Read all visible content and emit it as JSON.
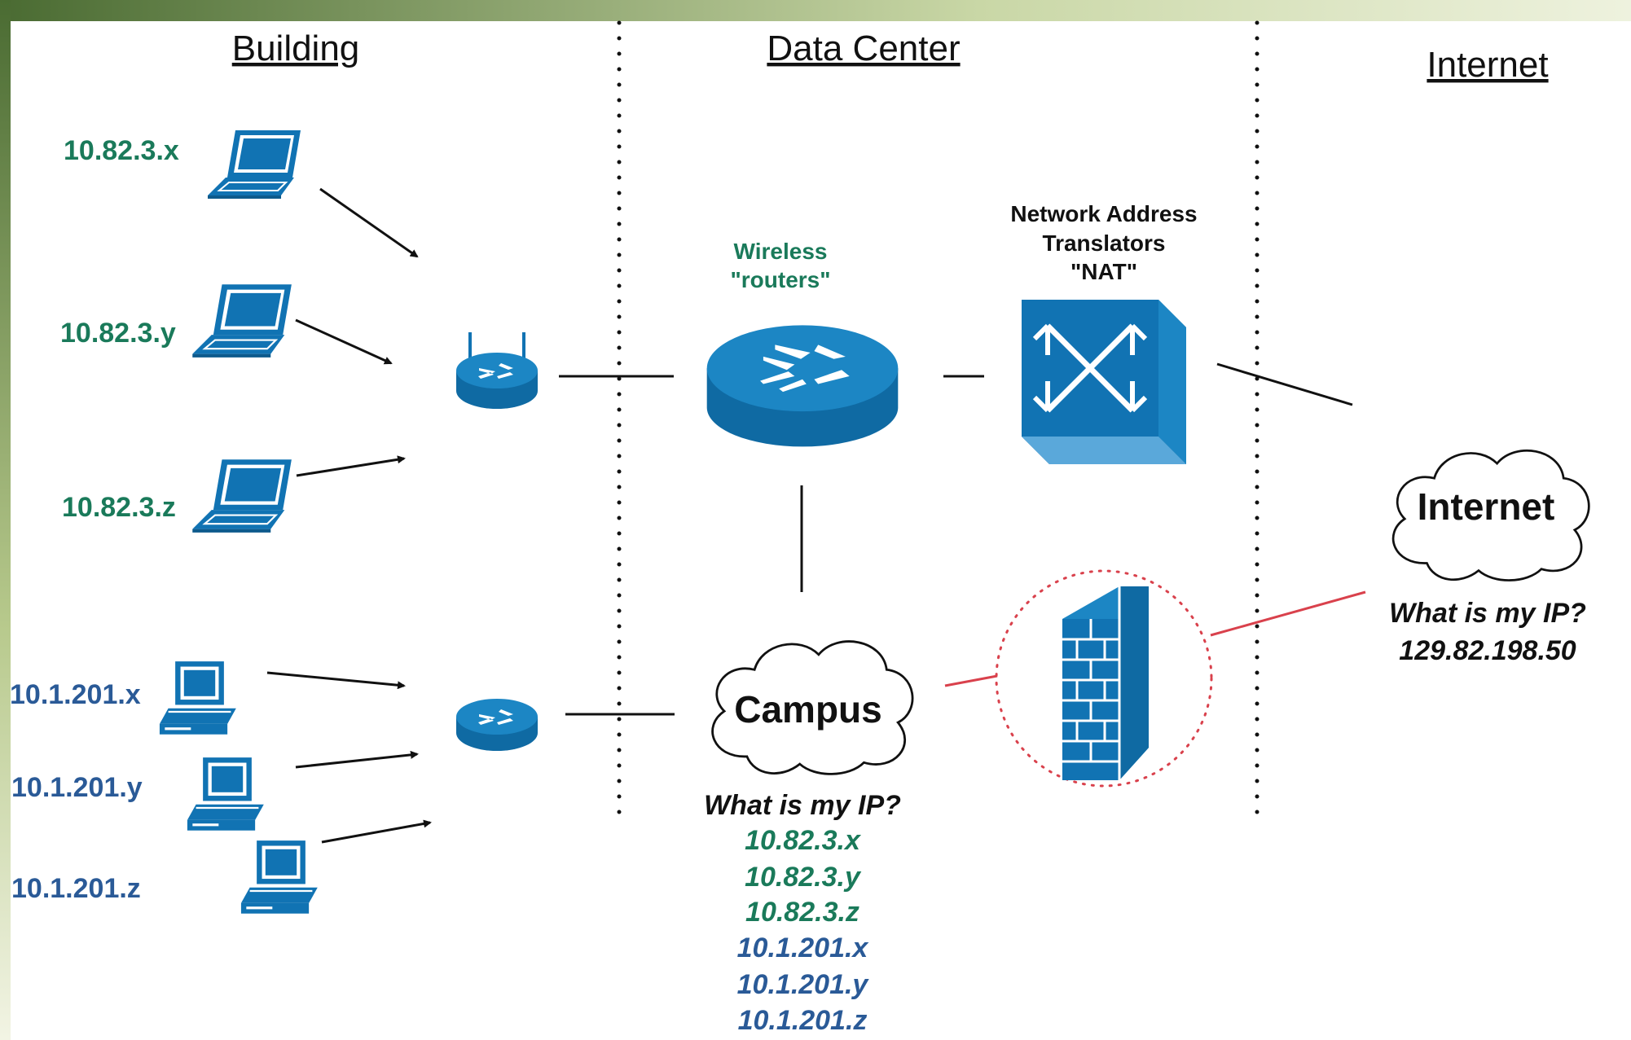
{
  "zones": {
    "building": "Building",
    "data_center": "Data Center",
    "internet": "Internet"
  },
  "wireless_clients": [
    "10.82.3.x",
    "10.82.3.y",
    "10.82.3.z"
  ],
  "wired_clients": [
    "10.1.201.x",
    "10.1.201.y",
    "10.1.201.z"
  ],
  "wireless_router_label": [
    "Wireless",
    "\"routers\""
  ],
  "nat_label": [
    "Network Address",
    "Translators",
    "\"NAT\""
  ],
  "campus_cloud": {
    "label": "Campus",
    "question": "What is my IP?",
    "answers_green": [
      "10.82.3.x",
      "10.82.3.y",
      "10.82.3.z"
    ],
    "answers_blue": [
      "10.1.201.x",
      "10.1.201.y",
      "10.1.201.z"
    ]
  },
  "internet_cloud": {
    "label": "Internet",
    "question": "What is my IP?",
    "answer": "129.82.198.50"
  },
  "colors": {
    "device_blue": "#1173b3",
    "ip_green": "#1a7a5a",
    "ip_blue": "#2a5a97",
    "firewall_link": "#d9414c"
  },
  "icons": [
    "laptop-icon",
    "desktop-computer-icon",
    "wireless-access-point-icon",
    "router-icon",
    "nat-switch-icon",
    "firewall-icon",
    "cloud-icon"
  ]
}
